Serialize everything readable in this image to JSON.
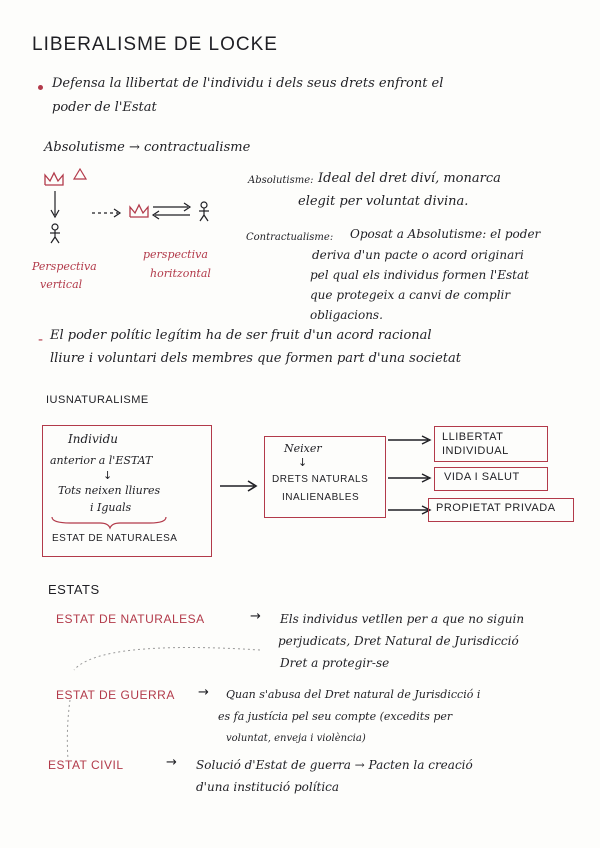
{
  "title": "LIBERALISME DE LOCKE",
  "intro": {
    "line1": "Defensa la llibertat de l'individu i dels seus drets enfront el",
    "line2": "poder de l'Estat"
  },
  "heading_abs": "Absolutisme → contractualisme",
  "diagram": {
    "vertical_label_1": "Perspectiva",
    "vertical_label_2": "vertical",
    "horizontal_label_1": "perspectiva",
    "horizontal_label_2": "horitzontal"
  },
  "definitions": {
    "absolutisme_term": "Absolutisme:",
    "absolutisme_line1": "Ideal del dret diví, monarca",
    "absolutisme_line2": "elegit per voluntat divina.",
    "contractualisme_term": "Contractualisme:",
    "contractualisme_line1": "Oposat a Absolutisme: el poder",
    "contractualisme_line2": "deriva d'un pacte o acord originari",
    "contractualisme_line3": "pel qual els individus formen l'Estat",
    "contractualisme_line4": "que protegeix a canvi de complir",
    "contractualisme_line5": "obligacions."
  },
  "legit": {
    "line1": "El poder polític legítim ha de ser fruit d'un acord racional",
    "line2": "lliure i voluntari dels membres que formen part d'una societat"
  },
  "iusnaturalisme": {
    "heading": "IUSNATURALISME",
    "left_box": {
      "l1": "Individu",
      "l2": "anterior a l'ESTAT",
      "l3": "↓",
      "l4": "Tots neixen lliures",
      "l5": "i Iguals",
      "l6": "ESTAT DE NATURALESA"
    },
    "mid_box": {
      "l1": "Neixer",
      "l2": "↓",
      "l3": "DRETS NATURALS",
      "l4": "INALIENABLES"
    },
    "rights": [
      "LLIBERTAT INDIVIDUAL",
      "VIDA I SALUT",
      "PROPIETAT PRIVADA"
    ]
  },
  "estats": {
    "heading": "ESTATS",
    "items": [
      {
        "name": "ESTAT DE NATURALESA",
        "line1": "Els individus vetllen per a que no siguin",
        "line2": "perjudicats, Dret Natural de Jurisdicció",
        "line3": "Dret a protegir-se"
      },
      {
        "name": "ESTAT DE GUERRA",
        "line1": "Quan s'abusa del Dret natural de Jurisdicció i",
        "line2": "es fa justícia pel seu compte (excedits per",
        "line3": "voluntat, enveja i violència)"
      },
      {
        "name": "ESTAT CIVIL",
        "line1": "Solució d'Estat de guerra → Pacten la creació",
        "line2": "d'una institució política",
        "line3": ""
      }
    ]
  }
}
